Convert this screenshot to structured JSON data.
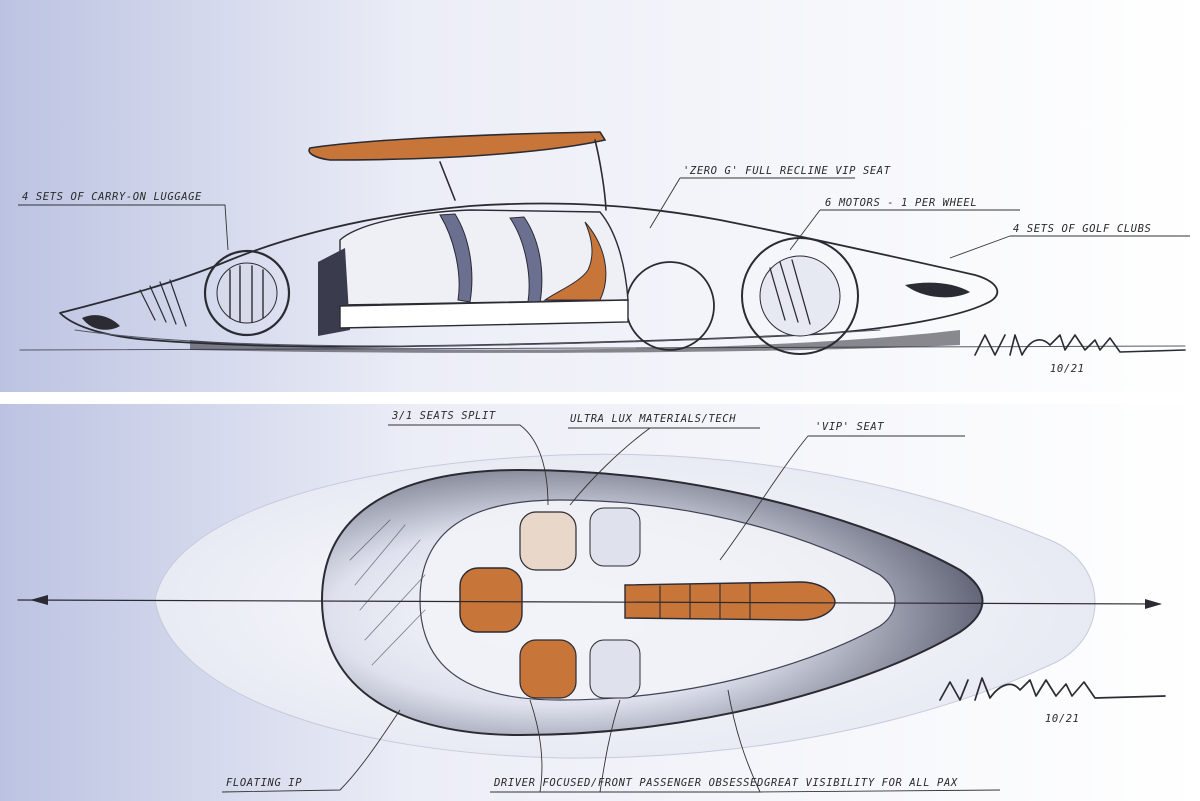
{
  "colors": {
    "ink": "#2b2b33",
    "accent_orange": "#c8753a",
    "glass_blue": "#8d97b5",
    "gradient_left": "#b9c0e0",
    "paper": "#ffffff"
  },
  "side_view": {
    "notes": [
      {
        "id": "carry-on",
        "text": "4 SETS OF CARRY-ON LUGGAGE"
      },
      {
        "id": "vip-seat",
        "text": "'ZERO G' FULL RECLINE VIP SEAT"
      },
      {
        "id": "motors",
        "text": "6 MOTORS - 1 PER WHEEL"
      },
      {
        "id": "golf-clubs",
        "text": "4 SETS OF GOLF CLUBS"
      }
    ],
    "signature_date": "10/21"
  },
  "top_view": {
    "notes": [
      {
        "id": "seats-split",
        "text": "3/1 SEATS SPLIT"
      },
      {
        "id": "materials",
        "text": "ULTRA LUX MATERIALS/TECH"
      },
      {
        "id": "vip-seat",
        "text": "'VIP' SEAT"
      },
      {
        "id": "floating-ip",
        "text": "FLOATING IP"
      },
      {
        "id": "driver-focused",
        "text": "DRIVER FOCUSED/FRONT PASSENGER OBSESSED"
      },
      {
        "id": "visibility",
        "text": "GREAT VISIBILITY FOR ALL PAX"
      }
    ],
    "signature_date": "10/21"
  }
}
